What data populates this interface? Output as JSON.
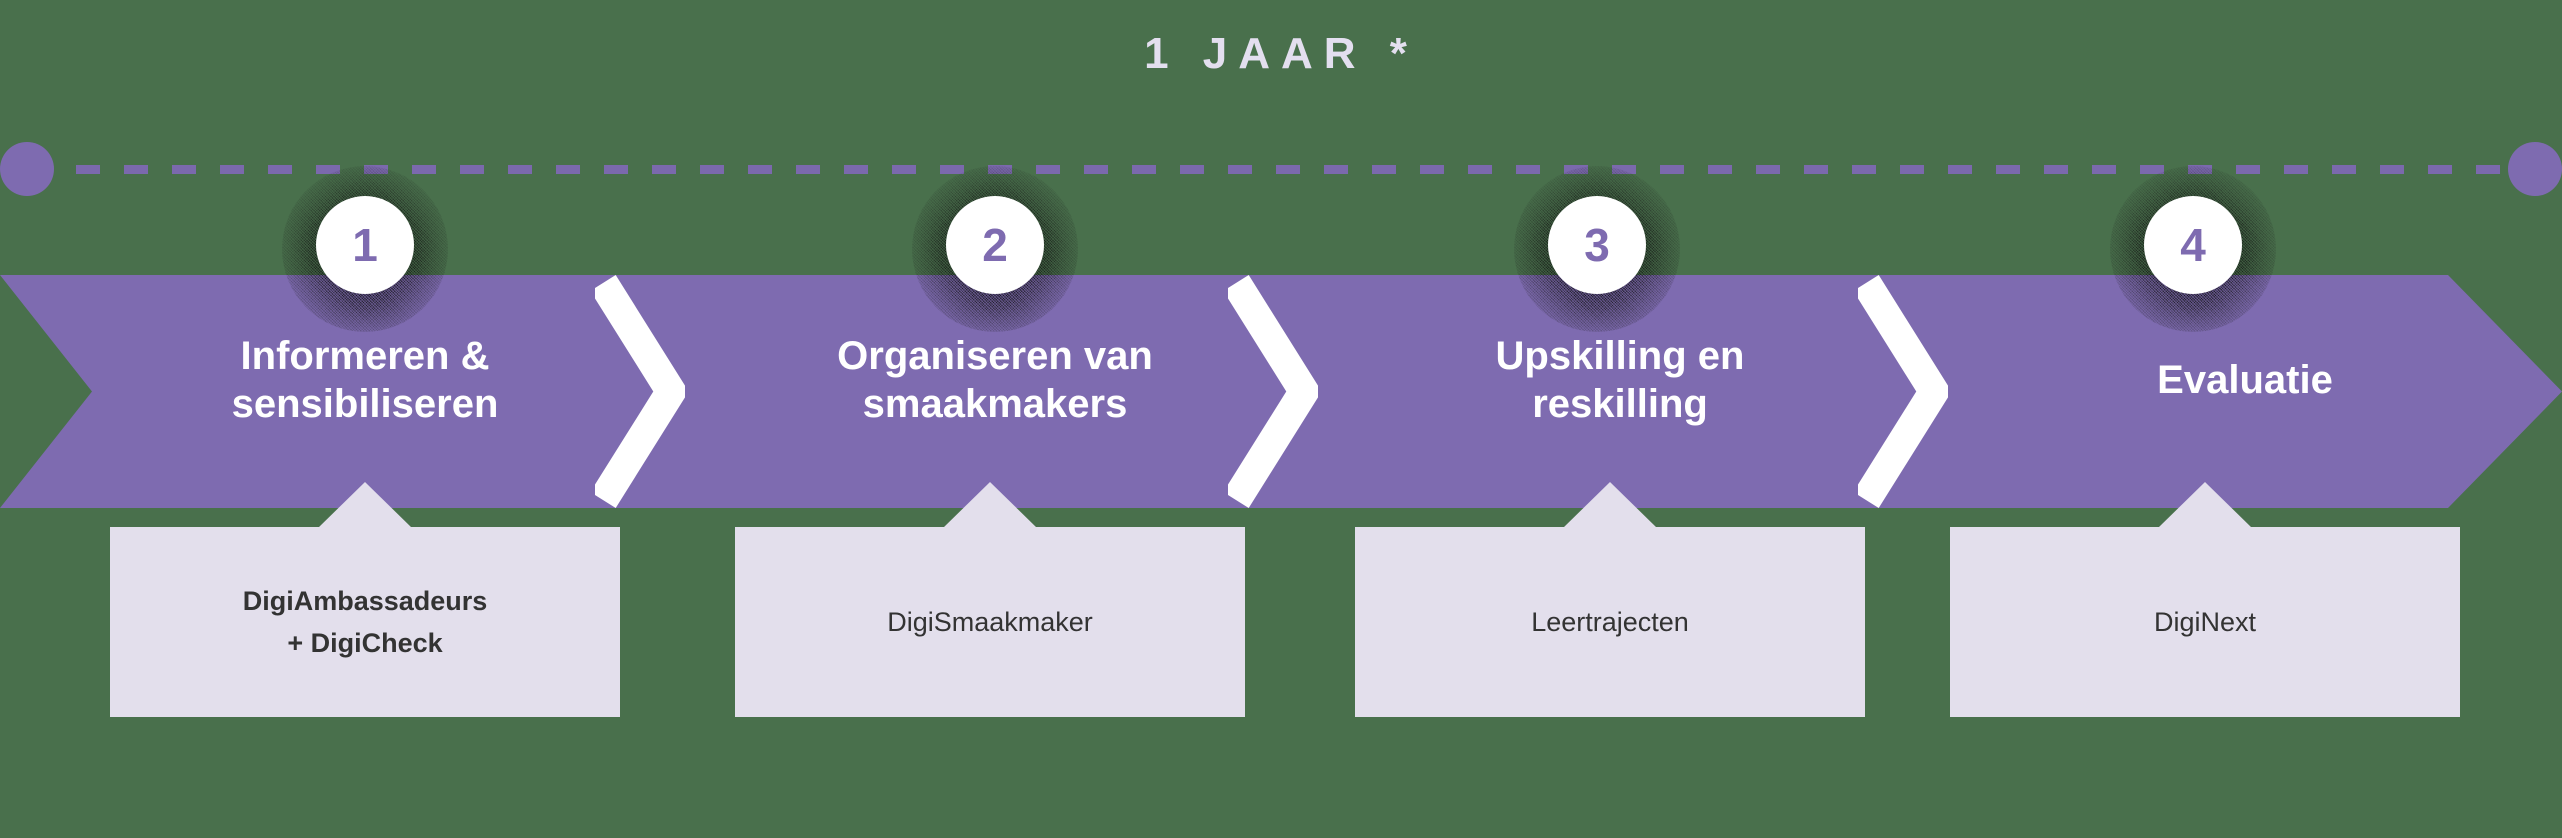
{
  "diagram": {
    "title": "1 JAAR *",
    "background_color": "#49704C",
    "accent_purple": "#7E6BB0",
    "callout_color": "#E3DFEC",
    "title_color": "#E3DFEF",
    "callout_text_color": "#333333"
  },
  "timeline": {
    "start_marker": "start-dot",
    "end_marker": "end-dot",
    "line_style": "dashed"
  },
  "steps": [
    {
      "number": "1",
      "label": "Informeren &\nsensibiliseren",
      "callout": "DigiAmbassadeurs\n+ DigiCheck",
      "callout_bold": true
    },
    {
      "number": "2",
      "label": "Organiseren van\nsmaakmakers",
      "callout": "DigiSmaakmaker",
      "callout_bold": false
    },
    {
      "number": "3",
      "label": "Upskilling en\nreskilling",
      "callout": "Leertrajecten",
      "callout_bold": false
    },
    {
      "number": "4",
      "label": "Evaluatie",
      "callout": "DigiNext",
      "callout_bold": false
    }
  ]
}
